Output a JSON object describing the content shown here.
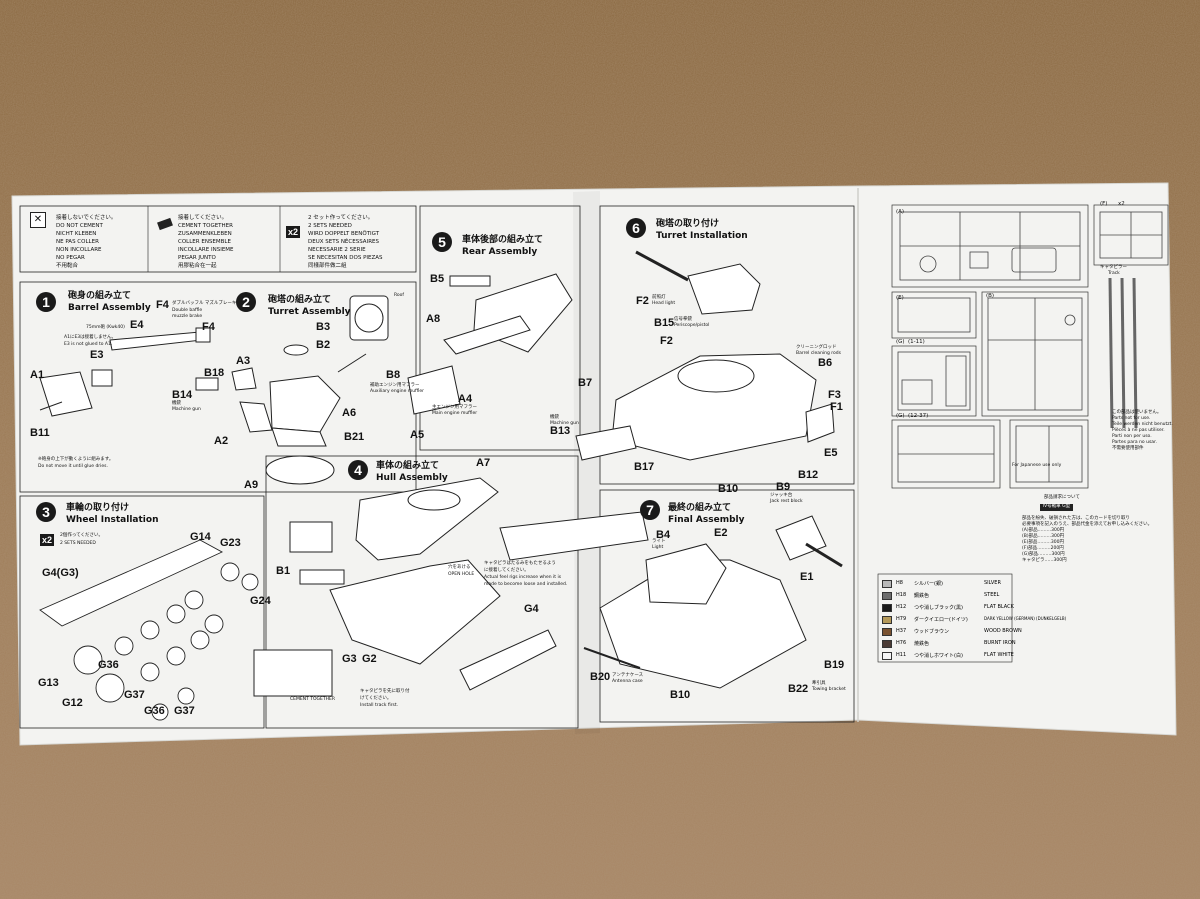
{
  "legend": {
    "no_cement": [
      "接着しないでください。",
      "DO NOT CEMENT",
      "NICHT KLEBEN",
      "NE PAS COLLER",
      "NON INCOLLARE",
      "NO PEGAR",
      "不用黏合"
    ],
    "cement": [
      "接着してください。",
      "CEMENT TOGETHER",
      "ZUSAMMENKLEBEN",
      "COLLER ENSEMBLE",
      "INCOLLARE INSIEME",
      "PEGAR JUNTO",
      "用膠粘合在一起"
    ],
    "x2_badge": "x2",
    "two_sets": [
      "2 セット作ってください。",
      "2 SETS NEEDED",
      "WIRD DOPPELT BENÖTIGT",
      "DEUX SETS NÉCESSAIRES",
      "NECESSARIE 2 SERIE",
      "SE NECESITAN DOS PIEZAS",
      "同樣部件做二組"
    ]
  },
  "steps": [
    {
      "num": "1",
      "jp": "砲身の組み立て",
      "en": "Barrel Assembly"
    },
    {
      "num": "2",
      "jp": "砲塔の組み立て",
      "en": "Turret Assembly"
    },
    {
      "num": "3",
      "jp": "車輪の取り付け",
      "en": "Wheel Installation"
    },
    {
      "num": "4",
      "jp": "車体の組み立て",
      "en": "Hull Assembly"
    },
    {
      "num": "5",
      "jp": "車体後部の組み立て",
      "en": "Rear Assembly"
    },
    {
      "num": "6",
      "jp": "砲塔の取り付け",
      "en": "Turret Installation"
    },
    {
      "num": "7",
      "jp": "最終の組み立て",
      "en": "Final Assembly"
    }
  ],
  "step3_x2": {
    "badge": "x2",
    "jp": "2個作ってください。",
    "en": "2 SETS NEEDED"
  },
  "part_labels": {
    "a1": "A1",
    "b11": "B11",
    "e3": "E3",
    "e4": "E4",
    "f4a": "F4",
    "f4b": "F4",
    "b14": "B14",
    "a3": "A3",
    "b18": "B18",
    "a2": "A2",
    "a6": "A6",
    "b21": "B21",
    "a9": "A9",
    "b3": "B3",
    "b2": "B2",
    "b5": "B5",
    "a8": "A8",
    "b8": "B8",
    "a4": "A4",
    "a5": "A5",
    "a7": "A7",
    "b1": "B1",
    "g3": "G3",
    "g2": "G2",
    "g4": "G4",
    "g14": "G14",
    "g23": "G23",
    "g24": "G24",
    "g4g3": "G4(G3)",
    "g13": "G13",
    "g12": "G12",
    "g36a": "G36",
    "g37a": "G37",
    "g36b": "G36",
    "g37b": "G37",
    "f2a": "F2",
    "b15": "B15",
    "f2b": "F2",
    "b6": "B6",
    "f3": "F3",
    "f1": "F1",
    "e5": "E5",
    "b7": "B7",
    "b13": "B13",
    "b17": "B17",
    "b10a": "B10",
    "b9": "B9",
    "b12": "B12",
    "b4": "B4",
    "e2": "E2",
    "e1": "E1",
    "b19": "B19",
    "b22": "B22",
    "b20": "B20",
    "b10b": "B10"
  },
  "notes": {
    "barrel_caption": "75mm砲 (Kwk40)",
    "e4_note": [
      "A1にE3は接着しません。",
      "E3 is not glued to A1."
    ],
    "f4_jp": "ダブルバッフル マズルブレーキ",
    "f4_en": [
      "Double baffle",
      "muzzle brake"
    ],
    "b14_jp": "機銃",
    "b14_en": "Machine gun",
    "b11_note": [
      "※砲身の上下が動くように組みます。",
      "Do not move it until glue dries."
    ],
    "b8_note": [
      "補助エンジン用マフラー",
      "Auxiliary engine muffler"
    ],
    "a4_note": [
      "主エンジン用マフラー",
      "Main engine muffler"
    ],
    "step5_note": "Roof",
    "f2_note_jp": "前照灯",
    "f2_note_en": "Head light",
    "b15_note_jp": "信号拳銃",
    "b15_note_en": "Periscope/pistol",
    "b6_note": [
      "クリーニングロッド",
      "Barrel cleaning rods"
    ],
    "b13_note": [
      "機銃",
      "Machine gun"
    ],
    "b9_note": [
      "ジャッキ台",
      "Jack rest block"
    ],
    "b4_note": [
      "ライト",
      "Light"
    ],
    "e1_note": "",
    "b20_note": [
      "アンテナケース",
      "Antenna case"
    ],
    "b22_note": [
      "牽引具",
      "Towing bracket"
    ],
    "open_hole": [
      "穴をあける",
      "OPEN HOLE"
    ],
    "track_note": [
      "キャタピラはたるみをもたせるよう",
      "に接着してください。",
      "Actual feel rigs increase when it is",
      "made to become loose and installed."
    ],
    "track_first": [
      "キャタピラを先に取り付",
      "けてください。",
      "Install track first."
    ],
    "cement_together": "CEMENT TOGETHER"
  },
  "runners": {
    "a": "(A)",
    "f": "(F)",
    "f_x2": "x2",
    "e": "(E)",
    "b": "(B)",
    "g1": "(G)",
    "g1_range": "(1-11)",
    "g2": "(G)",
    "g2_range": "(12-37)",
    "track_jp": "キャタピラー",
    "track_en": "Track",
    "unused": [
      "この部品は使いません。",
      "Parts not for use.",
      "Teile werden nicht benutzt.",
      "Pièces à ne pas utiliser.",
      "Parti non per uso.",
      "Partes para no usar.",
      "不需要使用部件"
    ],
    "jp_only": "For Japanese use only"
  },
  "order_box_title": "部品請求について",
  "order_box_sub": "Ⅳ号戦車 G型",
  "order_lines": [
    "部品を紛失、破損された方は、このカードを切り取り",
    "必要事項を記入のうえ、部品代金を添えてお申し込みください。",
    "(A)部品………300円",
    "(B)部品………300円",
    "(E)部品………300円",
    "(F)部品………200円",
    "(G)部品………300円",
    "キャタピラ……300円"
  ],
  "colors": {
    "rows": [
      {
        "code": "H8",
        "jp": "シルバー(銀)",
        "en": "SILVER",
        "swatch": "#b8b8b8"
      },
      {
        "code": "H18",
        "jp": "鋼鉄色",
        "en": "STEEL",
        "swatch": "#6c6c6c"
      },
      {
        "code": "H12",
        "jp": "つや消しブラック(黒)",
        "en": "FLAT BLACK",
        "swatch": "#1a1a1a"
      },
      {
        "code": "H79",
        "jp": "ダークイエロー(ドイツ)",
        "en": "DARK YELLOW (GERMAN) (DUNKELGELB)",
        "swatch": "#b59a5a"
      },
      {
        "code": "H37",
        "jp": "ウッドブラウン",
        "en": "WOOD BROWN",
        "swatch": "#7a5230"
      },
      {
        "code": "H76",
        "jp": "焼鉄色",
        "en": "BURNT IRON",
        "swatch": "#4a3a34"
      },
      {
        "code": "H11",
        "jp": "つや消しホワイト(白)",
        "en": "FLAT WHITE",
        "swatch": "#f4f4f4"
      }
    ]
  }
}
